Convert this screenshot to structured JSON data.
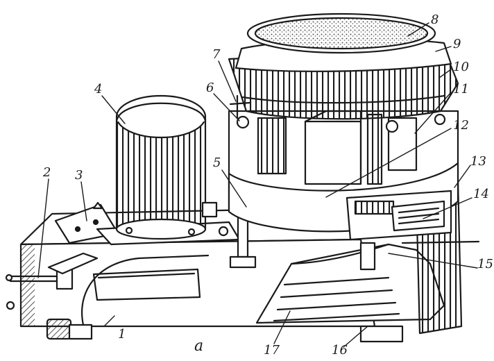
{
  "diagram": {
    "caption": "a",
    "callouts": [
      "1",
      "2",
      "3",
      "4",
      "5",
      "6",
      "7",
      "8",
      "9",
      "10",
      "11",
      "12",
      "13",
      "14",
      "15",
      "16",
      "17"
    ]
  },
  "colors": {
    "ink": "#1a1a1a",
    "paper": "#ffffff",
    "hatch": "#2a2a2a",
    "granular_fill": "#8a8a8a"
  }
}
